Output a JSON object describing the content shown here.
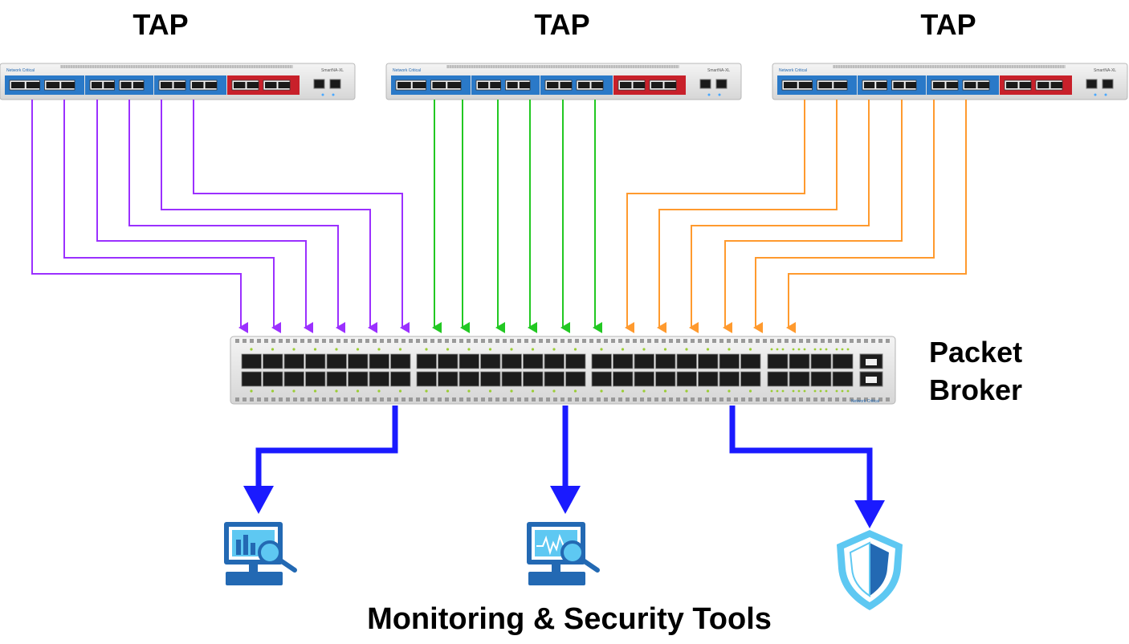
{
  "labels": {
    "tap_left": "TAP",
    "tap_center": "TAP",
    "tap_right": "TAP",
    "broker_line1": "Packet",
    "broker_line2": "Broker",
    "tools": "Monitoring & Security Tools"
  },
  "tap_device": {
    "brand_text": "Network Critical",
    "model_text": "SmartNA-XL"
  },
  "broker_device": {
    "brand_text": "Network Critical"
  },
  "colors": {
    "left_links": "#9b30ff",
    "center_links": "#22c822",
    "right_links": "#ff9a2e",
    "tool_links": "#1a1aff",
    "module_blue": "#2a79c8",
    "module_red": "#c8202a",
    "tool_icon_dark": "#2369b3",
    "tool_icon_light": "#5ec8f2"
  },
  "icons": {
    "tool_left": "monitor-bar-chart-magnifier-icon",
    "tool_center": "monitor-waveform-magnifier-icon",
    "tool_right": "security-shield-icon"
  }
}
